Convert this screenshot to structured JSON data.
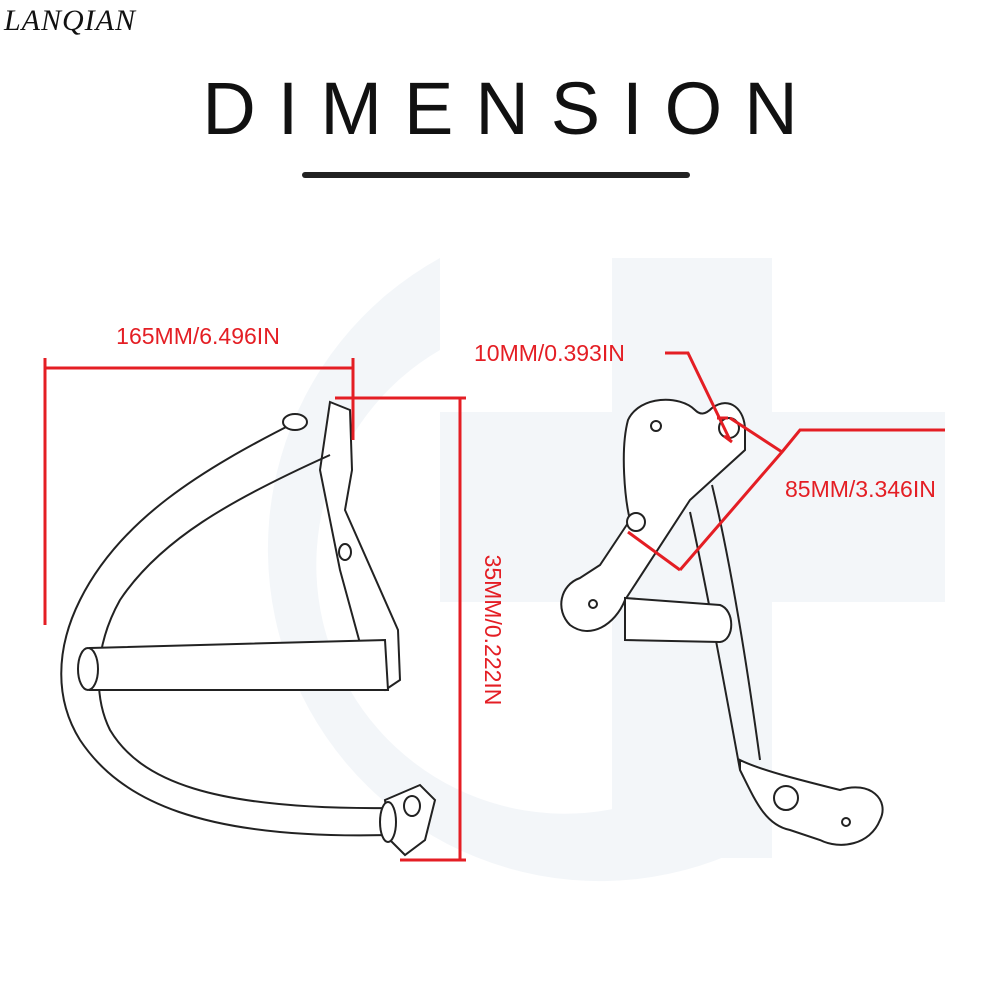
{
  "brand": "LANQIAN",
  "title": "DIMENSION",
  "colors": {
    "dimension": "#e41e24",
    "outline": "#222222",
    "watermark": "#f3f6f9"
  },
  "dimensions": {
    "width": "165MM/6.496IN",
    "height": "35MM/0.222IN",
    "hole": "10MM/0.393IN",
    "length": "85MM/3.346IN"
  }
}
